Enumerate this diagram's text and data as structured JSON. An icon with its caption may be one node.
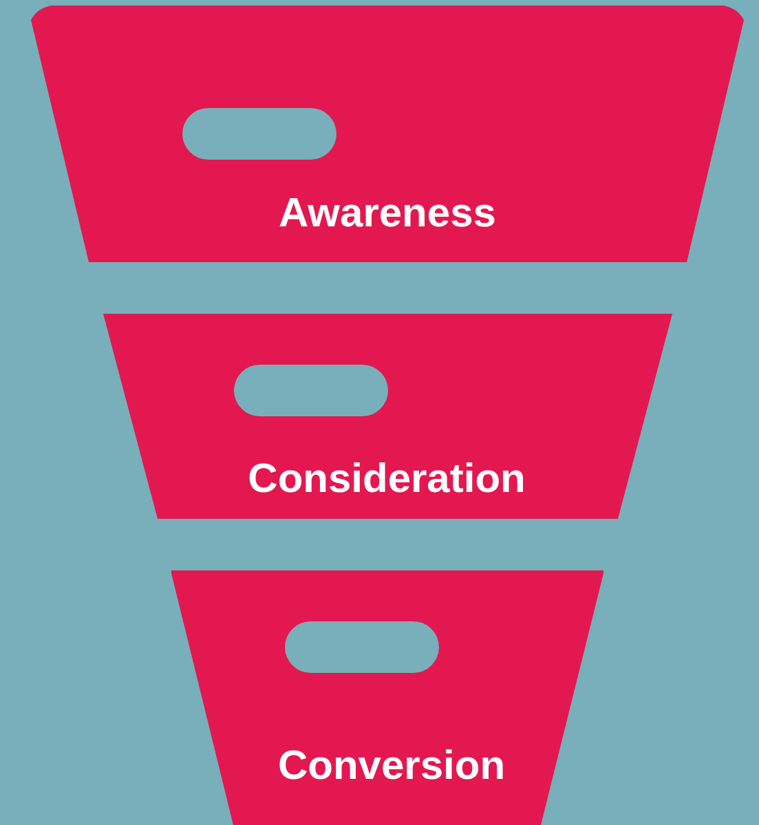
{
  "diagram": {
    "nodes": [
      {
        "text": [
          "Awareness"
        ]
      },
      {
        "text": [
          "Consideration"
        ]
      },
      {
        "text": [
          "Conversion"
        ]
      }
    ]
  }
}
